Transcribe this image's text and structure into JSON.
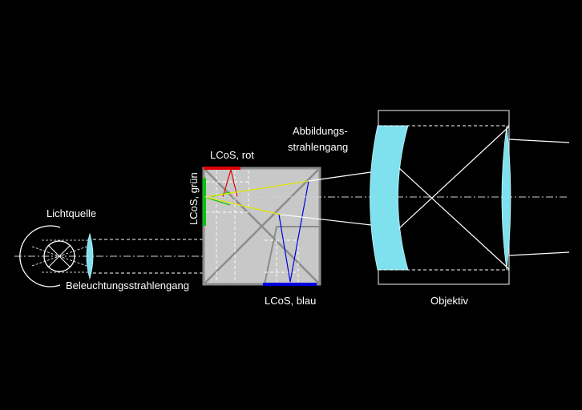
{
  "labels": {
    "light_source": "Lichtquelle",
    "illumination_path": "Beleuchtungsstrahlengang",
    "lcos_red": "LCoS, rot",
    "lcos_green": "LCoS, grün",
    "lcos_blue": "LCoS, blau",
    "imaging_path_line1": "Abbildungs-",
    "imaging_path_line2": "strahlengang",
    "objective": "Objektiv"
  },
  "colors": {
    "background": "#000000",
    "prism": "#c8c8c8",
    "prism_edge": "#8c8c8c",
    "lens": "#7fe0ee",
    "red": "#e00000",
    "green": "#00c800",
    "blue": "#0000e0",
    "yellow": "#e6e600",
    "ray": "#ffffff"
  }
}
